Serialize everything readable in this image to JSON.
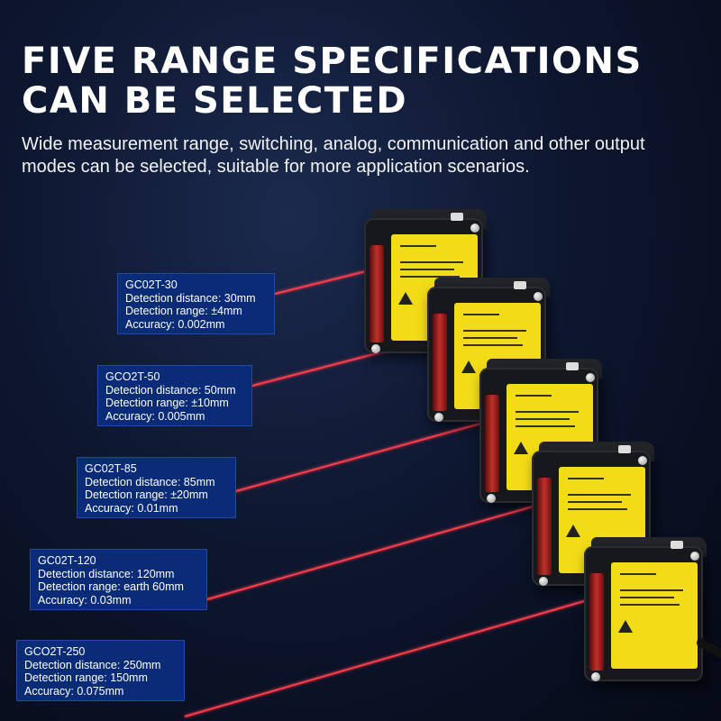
{
  "headline": {
    "line1": "FIVE RANGE SPECIFICATIONS",
    "line2": "CAN BE SELECTED"
  },
  "subtitle": "Wide measurement range, switching, analog, communication and other output modes can be selected, suitable for more application scenarios.",
  "specs": [
    {
      "model": "GC02T-30",
      "distance": "Detection distance: 30mm",
      "range": "Detection range: ±4mm",
      "accuracy": "Accuracy: 0.002mm"
    },
    {
      "model": "GCO2T-50",
      "distance": "Detection distance: 50mm",
      "range": "Detection range: ±10mm",
      "accuracy": "Accuracy: 0.005mm"
    },
    {
      "model": "GC02T-85",
      "distance": "Detection distance: 85mm",
      "range": "Detection range: ±20mm",
      "accuracy": "Accuracy: 0.01mm"
    },
    {
      "model": "GC02T-120",
      "distance": "Detection distance: 120mm",
      "range": "Detection range: earth 60mm",
      "accuracy": "Accuracy: 0.03mm"
    },
    {
      "model": "GCO2T-250",
      "distance": "Detection distance: 250mm",
      "range": "Detection range: 150mm",
      "accuracy": "Accuracy: 0.075mm"
    }
  ],
  "colors": {
    "card_bg": "#0a2c78",
    "laser": "#ff3b4a",
    "sensor_label": "#f2dc18",
    "sensor_body": "#17181b"
  },
  "icons": [
    "laser-warning-icon"
  ]
}
